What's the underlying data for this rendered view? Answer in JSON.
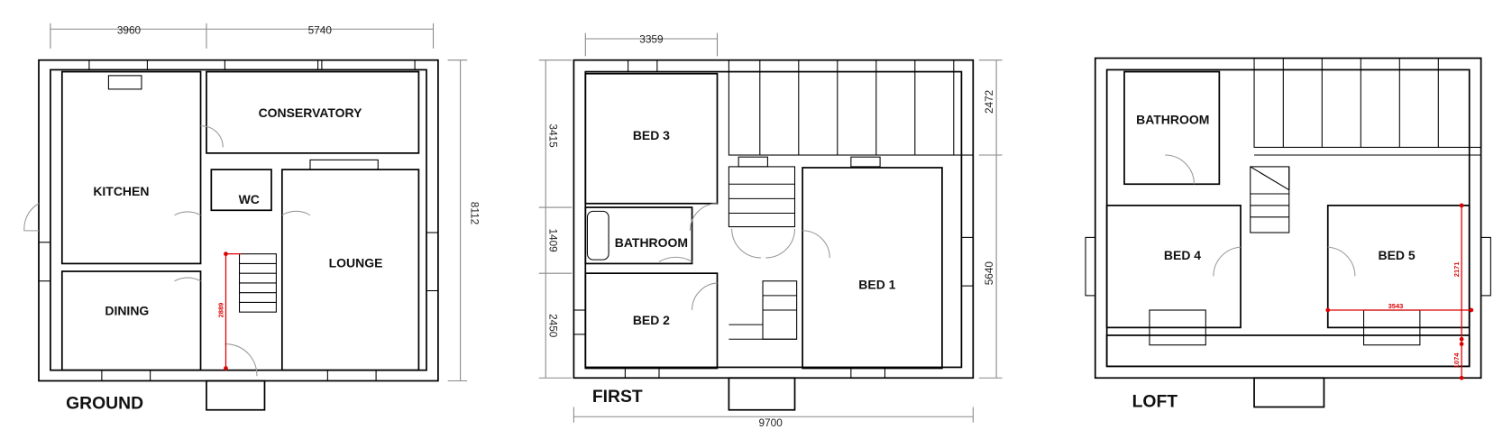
{
  "floors": {
    "ground": {
      "label": "GROUND",
      "rooms": {
        "kitchen": "KITCHEN",
        "conservatory": "CONSERVATORY",
        "wc": "WC",
        "lounge": "LOUNGE",
        "dining": "DINING"
      },
      "dimensions": {
        "top_left": "3960",
        "top_right": "5740",
        "right": "8112"
      },
      "red_dimensions": {
        "stair": "2889"
      }
    },
    "first": {
      "label": "FIRST",
      "rooms": {
        "bed3": "BED 3",
        "bathroom": "BATHROOM",
        "bed2": "BED 2",
        "bed1": "BED 1"
      },
      "dimensions": {
        "top": "3359",
        "left_top": "3415",
        "left_mid": "1409",
        "left_bottom": "2450",
        "right_top": "2472",
        "right_bottom": "5640",
        "bottom": "9700"
      }
    },
    "loft": {
      "label": "LOFT",
      "rooms": {
        "bathroom": "BATHROOM",
        "bed4": "BED 4",
        "bed5": "BED 5"
      },
      "red_dimensions": {
        "height": "2171",
        "width": "3543",
        "eaves": "1074"
      }
    }
  },
  "colors": {
    "walls": "#000000",
    "dimension_red": "#dd0000"
  }
}
